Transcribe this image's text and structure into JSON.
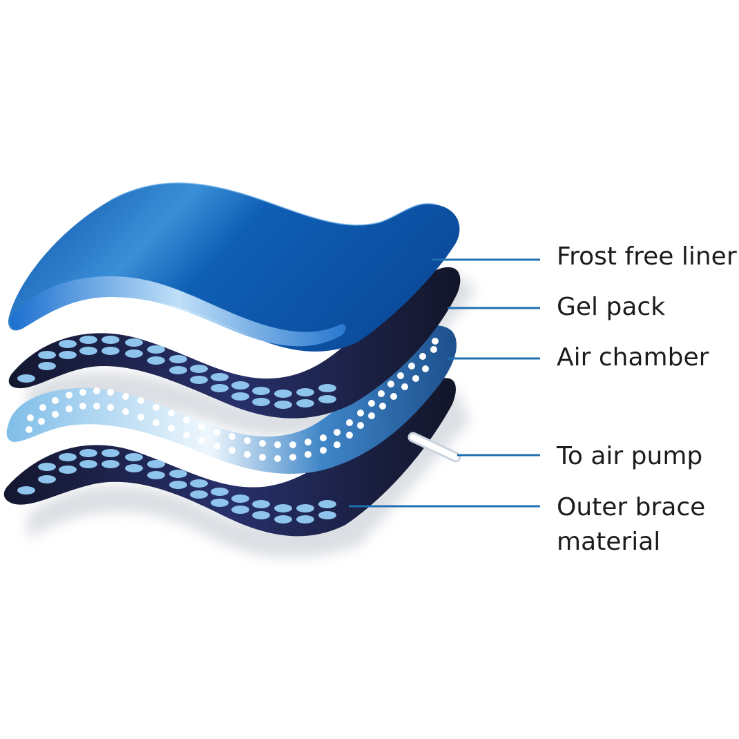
{
  "labels": {
    "frost_free_liner": "Frost free liner",
    "gel_pack": "Gel pack",
    "air_chamber": "Air chamber",
    "to_air_pump": "To air pump",
    "outer_brace_material_line1": "Outer brace",
    "outer_brace_material_line2": "material"
  },
  "colors": {
    "leader_line": "#1f6fb1",
    "liner_blue": "#0b5bb3",
    "gel_dark": "#1a1d3a",
    "air_light": "#8ec7ee",
    "outer_dark": "#161a33",
    "dot_blue": "#8fc4ec"
  }
}
